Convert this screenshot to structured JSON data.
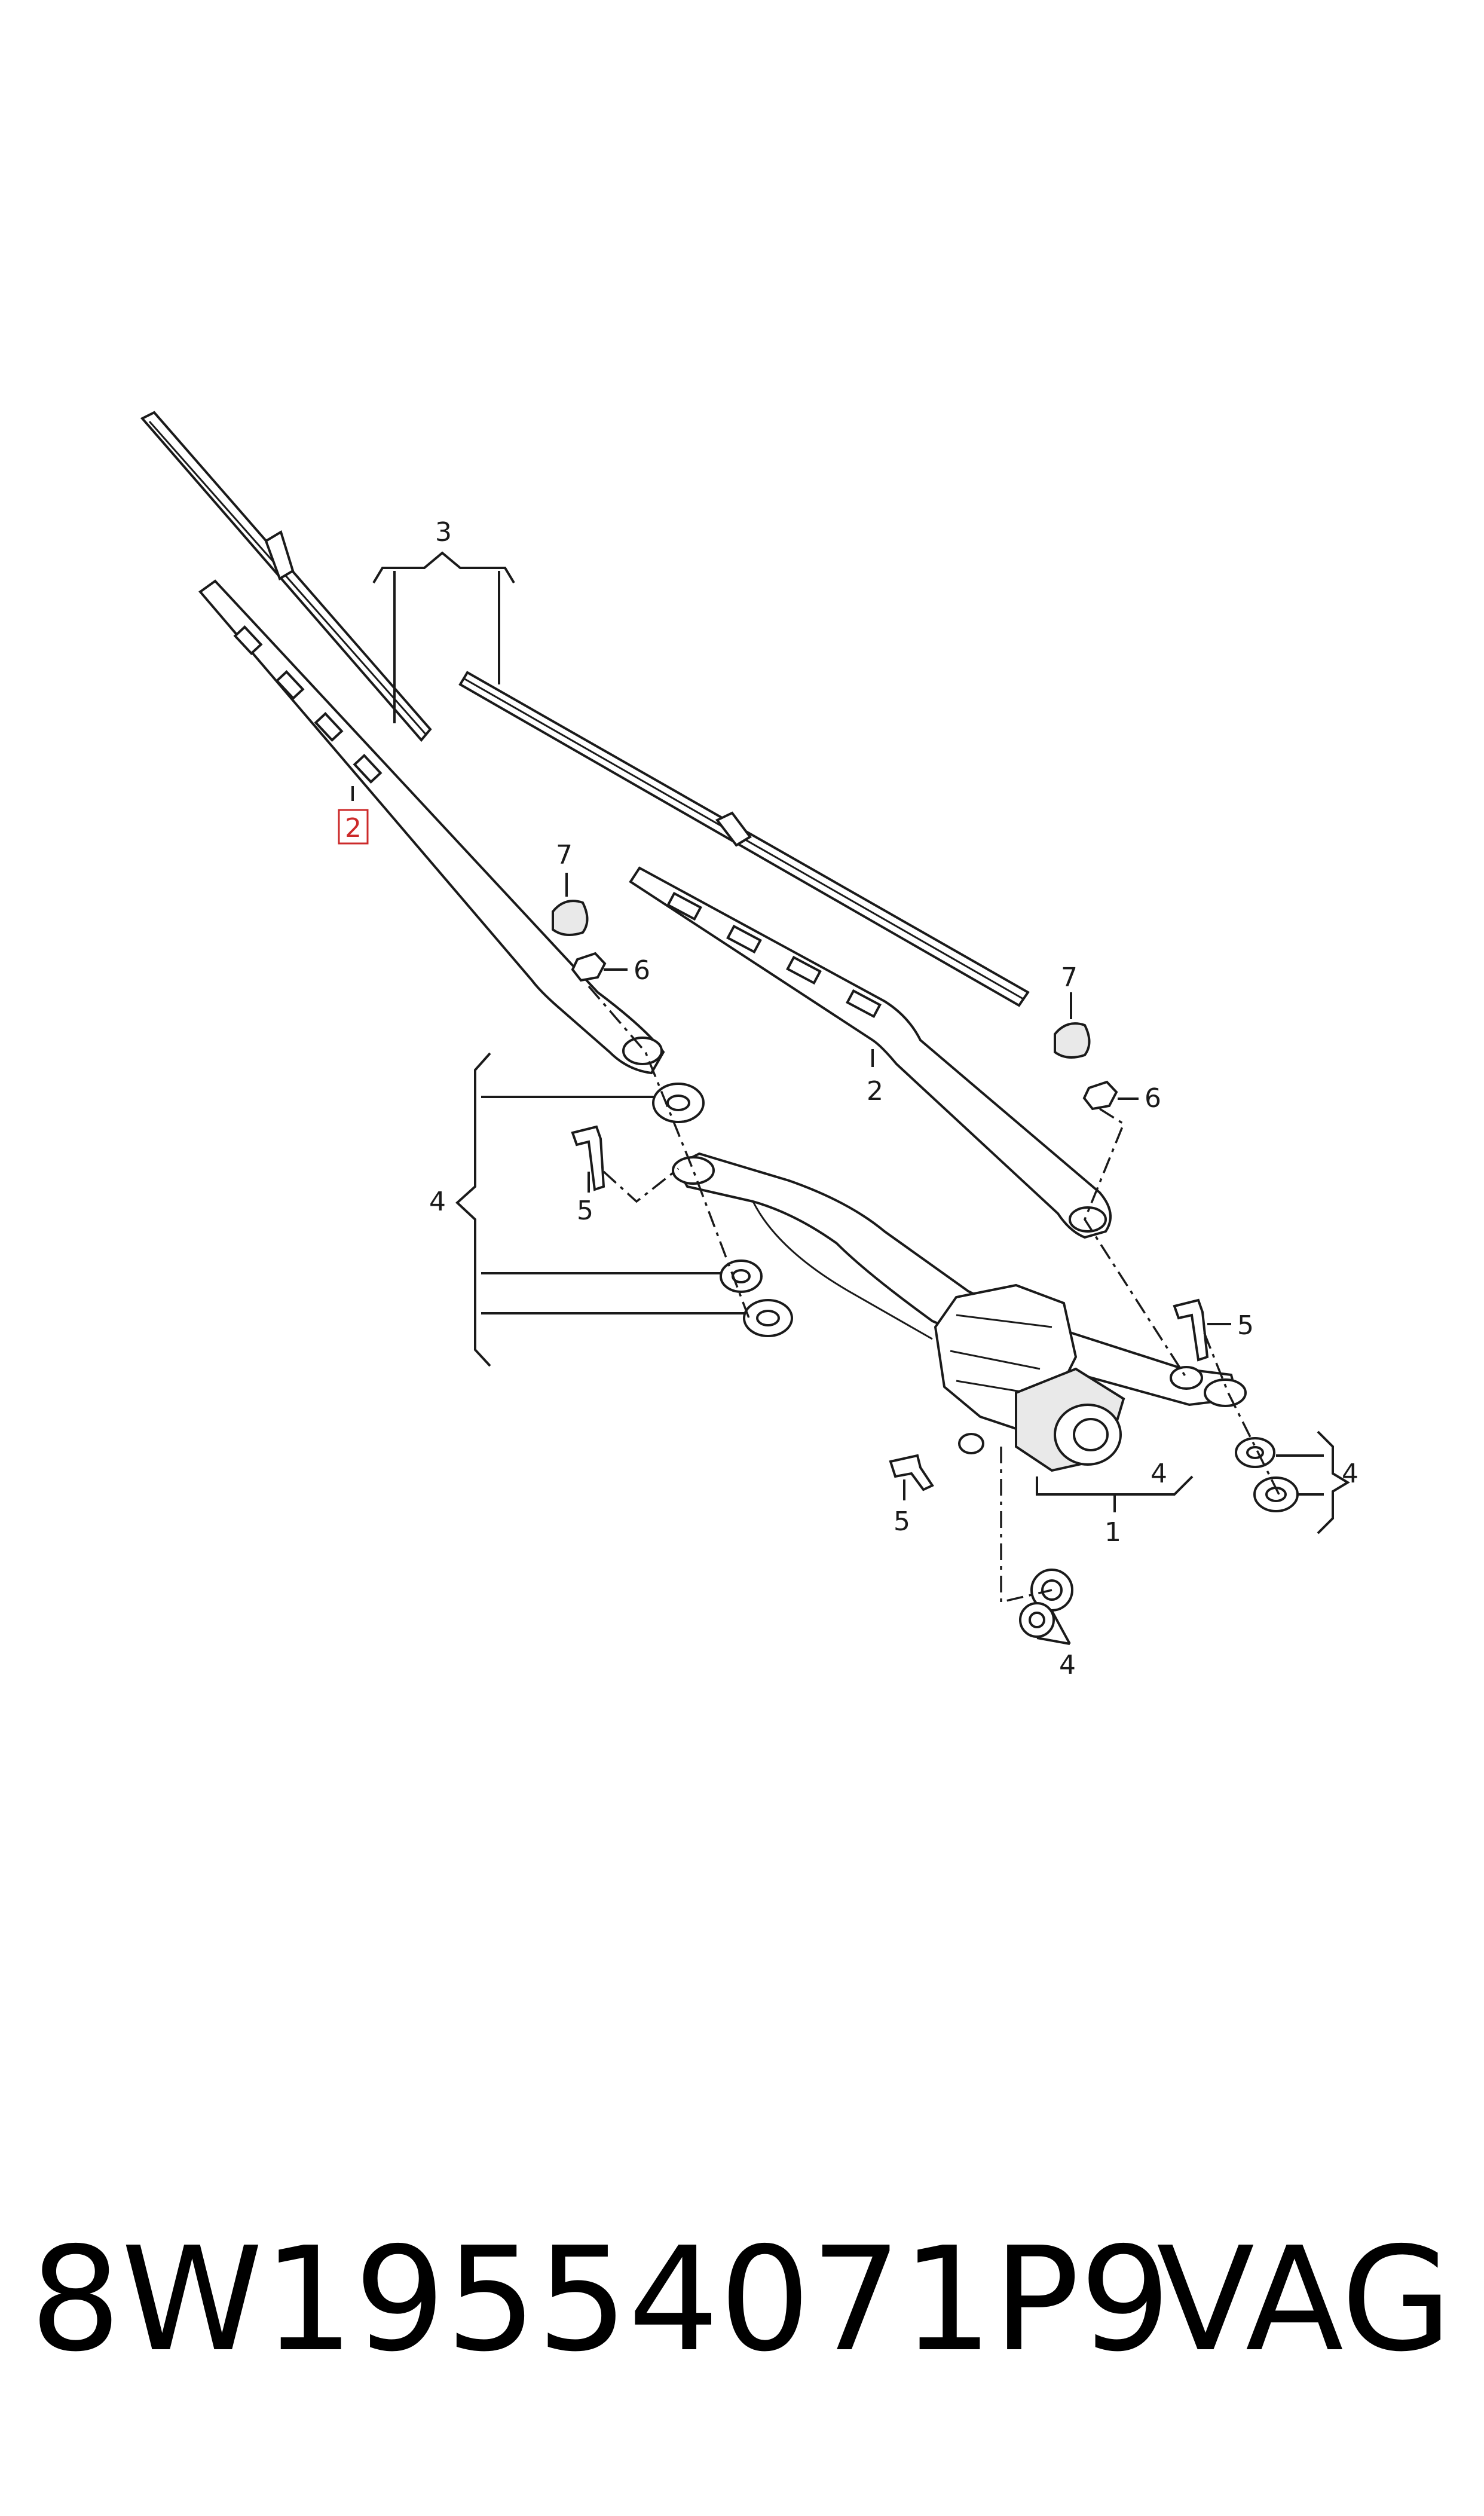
{
  "diagram": {
    "labels": {
      "l1": "1",
      "l2_highlight": "2",
      "l2": "2",
      "l3": "3",
      "l4_left": "4",
      "l4_right": "4",
      "l4_motor": "4",
      "l4_bottom": "4",
      "l5_left": "5",
      "l5_right": "5",
      "l5_bottom": "5",
      "l6_left": "6",
      "l6_right": "6",
      "l7_left": "7",
      "l7_right": "7"
    },
    "highlight_color": "#cc2a2a",
    "part_number": "8W19554071P9",
    "brand": "VAG"
  }
}
